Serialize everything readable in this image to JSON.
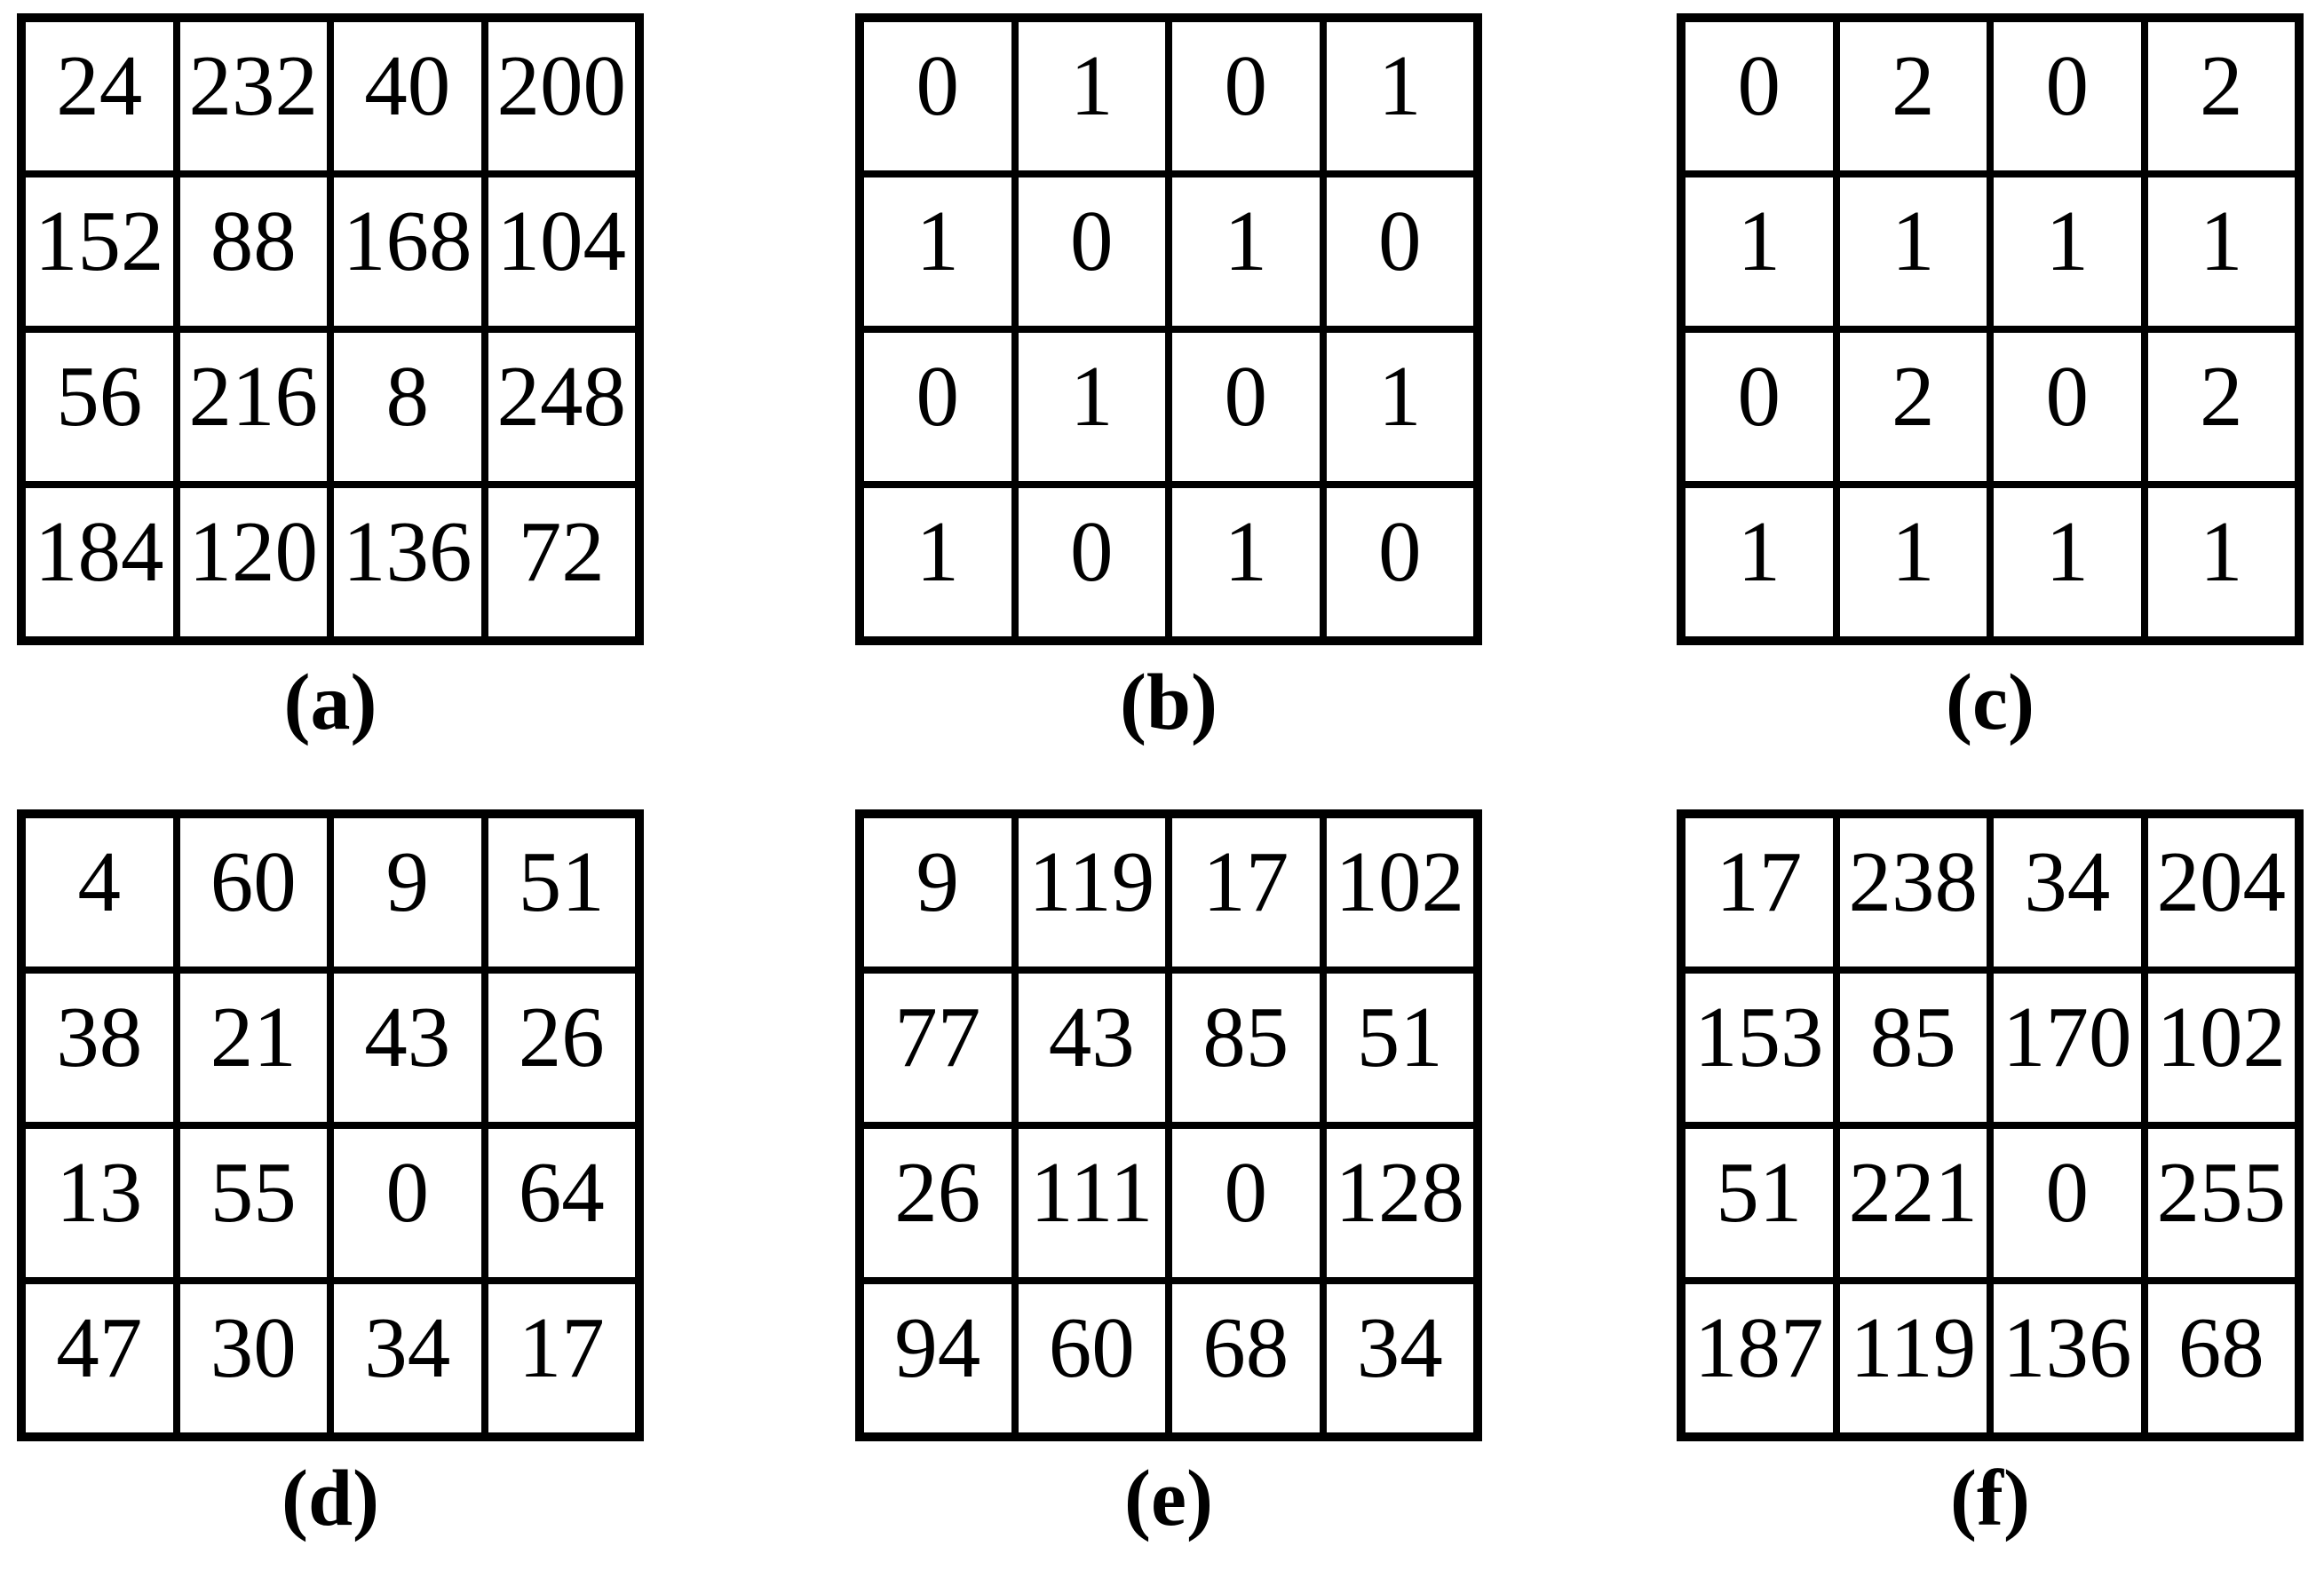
{
  "colors": {
    "grid_line": "#000000",
    "cell_background": "#ffffff",
    "text": "#000000",
    "page_background": "#ffffff"
  },
  "figure": {
    "panels": [
      {
        "id": "a",
        "label": "(a)",
        "rows": [
          [
            "24",
            "232",
            "40",
            "200"
          ],
          [
            "152",
            "88",
            "168",
            "104"
          ],
          [
            "56",
            "216",
            "8",
            "248"
          ],
          [
            "184",
            "120",
            "136",
            "72"
          ]
        ]
      },
      {
        "id": "b",
        "label": "(b)",
        "rows": [
          [
            "0",
            "1",
            "0",
            "1"
          ],
          [
            "1",
            "0",
            "1",
            "0"
          ],
          [
            "0",
            "1",
            "0",
            "1"
          ],
          [
            "1",
            "0",
            "1",
            "0"
          ]
        ]
      },
      {
        "id": "c",
        "label": "(c)",
        "rows": [
          [
            "0",
            "2",
            "0",
            "2"
          ],
          [
            "1",
            "1",
            "1",
            "1"
          ],
          [
            "0",
            "2",
            "0",
            "2"
          ],
          [
            "1",
            "1",
            "1",
            "1"
          ]
        ]
      },
      {
        "id": "d",
        "label": "(d)",
        "rows": [
          [
            "4",
            "60",
            "9",
            "51"
          ],
          [
            "38",
            "21",
            "43",
            "26"
          ],
          [
            "13",
            "55",
            "0",
            "64"
          ],
          [
            "47",
            "30",
            "34",
            "17"
          ]
        ]
      },
      {
        "id": "e",
        "label": "(e)",
        "rows": [
          [
            "9",
            "119",
            "17",
            "102"
          ],
          [
            "77",
            "43",
            "85",
            "51"
          ],
          [
            "26",
            "111",
            "0",
            "128"
          ],
          [
            "94",
            "60",
            "68",
            "34"
          ]
        ]
      },
      {
        "id": "f",
        "label": "(f)",
        "rows": [
          [
            "17",
            "238",
            "34",
            "204"
          ],
          [
            "153",
            "85",
            "170",
            "102"
          ],
          [
            "51",
            "221",
            "0",
            "255"
          ],
          [
            "187",
            "119",
            "136",
            "68"
          ]
        ]
      }
    ]
  },
  "chart_data": [
    {
      "type": "table",
      "label": "(a)",
      "values": [
        [
          24,
          232,
          40,
          200
        ],
        [
          152,
          88,
          168,
          104
        ],
        [
          56,
          216,
          8,
          248
        ],
        [
          184,
          120,
          136,
          72
        ]
      ]
    },
    {
      "type": "table",
      "label": "(b)",
      "values": [
        [
          0,
          1,
          0,
          1
        ],
        [
          1,
          0,
          1,
          0
        ],
        [
          0,
          1,
          0,
          1
        ],
        [
          1,
          0,
          1,
          0
        ]
      ]
    },
    {
      "type": "table",
      "label": "(c)",
      "values": [
        [
          0,
          2,
          0,
          2
        ],
        [
          1,
          1,
          1,
          1
        ],
        [
          0,
          2,
          0,
          2
        ],
        [
          1,
          1,
          1,
          1
        ]
      ]
    },
    {
      "type": "table",
      "label": "(d)",
      "values": [
        [
          4,
          60,
          9,
          51
        ],
        [
          38,
          21,
          43,
          26
        ],
        [
          13,
          55,
          0,
          64
        ],
        [
          47,
          30,
          34,
          17
        ]
      ]
    },
    {
      "type": "table",
      "label": "(e)",
      "values": [
        [
          9,
          119,
          17,
          102
        ],
        [
          77,
          43,
          85,
          51
        ],
        [
          26,
          111,
          0,
          128
        ],
        [
          94,
          60,
          68,
          34
        ]
      ]
    },
    {
      "type": "table",
      "label": "(f)",
      "values": [
        [
          17,
          238,
          34,
          204
        ],
        [
          153,
          85,
          170,
          102
        ],
        [
          51,
          221,
          0,
          255
        ],
        [
          187,
          119,
          136,
          68
        ]
      ]
    }
  ]
}
